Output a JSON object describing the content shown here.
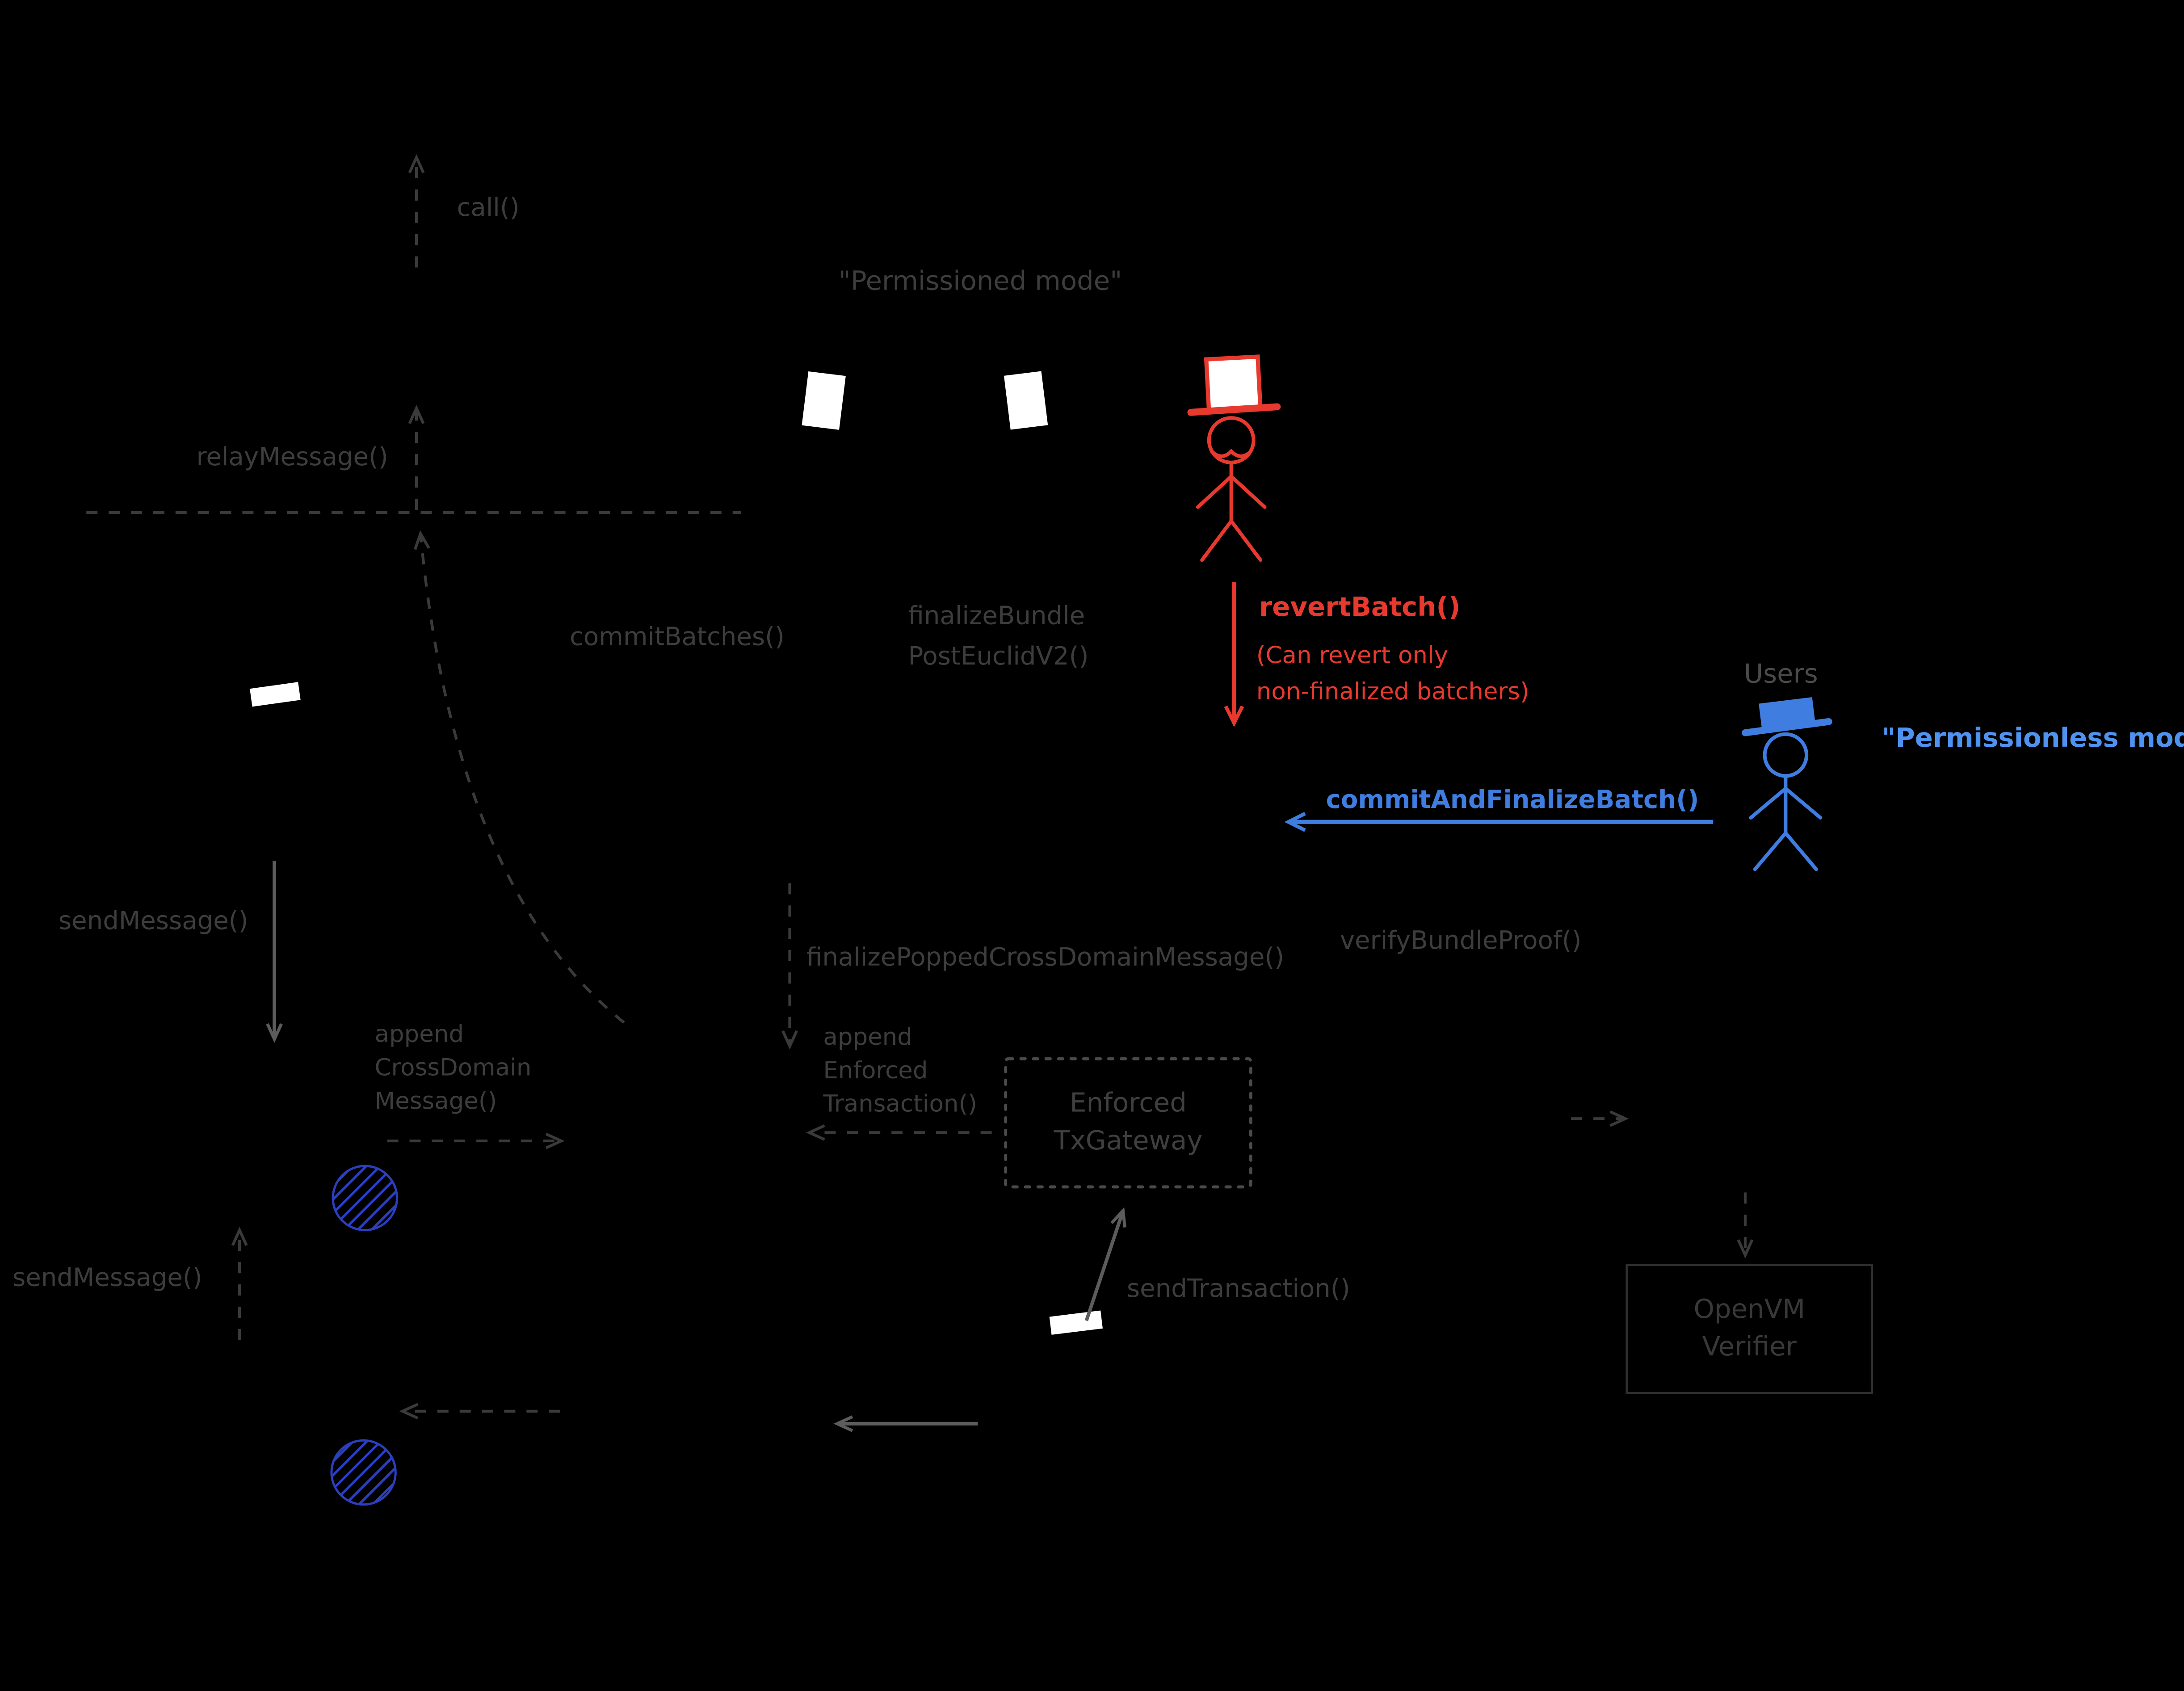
{
  "colors": {
    "background": "#000000",
    "red": "#e8392e",
    "blue": "#3f7de0",
    "blue_light": "#4f93f0",
    "hatch_blue": "#2b3fbf",
    "gray_label": "#3d3d3d",
    "gray_line": "#3a3a3a",
    "gray_arrow": "#5c5c5c",
    "white": "#ffffff"
  },
  "annotations": {
    "permissioned_mode": "\"Permissioned mode\"",
    "permissionless_mode": "\"Permissionless mode\""
  },
  "actors": {
    "users": "Users"
  },
  "calls": {
    "call": "call()",
    "relay_message": "relayMessage()",
    "commit_batches": "commitBatches()",
    "finalize_bundle_1": "finalizeBundle",
    "finalize_bundle_2": "PostEuclidV2()",
    "revert_batch": "revertBatch()",
    "revert_note_1": "(Can revert only",
    "revert_note_2": "non-finalized batchers)",
    "commit_and_finalize_batch": "commitAndFinalizeBatch()",
    "send_message_top": "sendMessage()",
    "send_message_bottom": "sendMessage()",
    "finalize_popped_cross_domain_message": "finalizePoppedCrossDomainMessage()",
    "verify_bundle_proof": "verifyBundleProof()",
    "append_cross_domain_1": "append",
    "append_cross_domain_2": "CrossDomain",
    "append_cross_domain_3": "Message()",
    "append_enforced_1": "append",
    "append_enforced_2": "Enforced",
    "append_enforced_3": "Transaction()",
    "send_transaction": "sendTransaction()"
  },
  "boxes": {
    "enforced_gateway_1": "Enforced",
    "enforced_gateway_2": "TxGateway",
    "openvm_1": "OpenVM",
    "openvm_2": "Verifier"
  }
}
